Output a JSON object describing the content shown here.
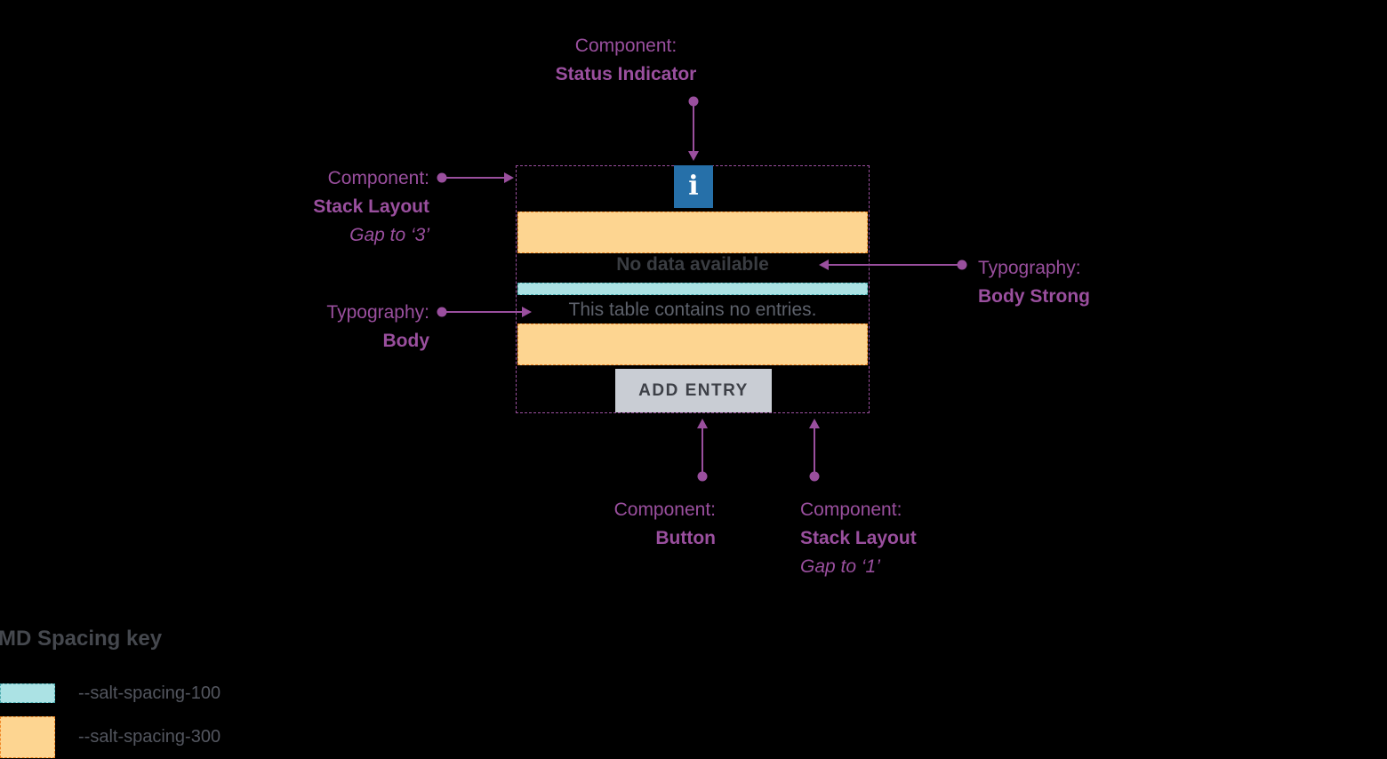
{
  "colors": {
    "background": "#000000",
    "annotation_purple": "#9a4f9e",
    "orange_fill": "#fdd591",
    "orange_border": "#ef8726",
    "teal_fill": "#abe2e4",
    "teal_border": "#4aa9ad",
    "status_blue": "#2670a9",
    "button_bg": "#c9cdd4",
    "button_text": "#3d4047",
    "title_text": "#3a3d42",
    "body_text": "#5d616b",
    "legend_heading": "#45484e",
    "legend_label": "#53565f"
  },
  "diagram": {
    "status_indicator_glyph": "i",
    "empty_state": {
      "title": "No data available",
      "description": "This table contains no entries.",
      "button_label": "ADD ENTRY"
    },
    "annotations": {
      "status_indicator": {
        "line1": "Component:",
        "line2": "Status Indicator"
      },
      "stack_layout_3": {
        "line1": "Component:",
        "line2": "Stack Layout",
        "line3": "Gap to ‘3’"
      },
      "body": {
        "line1": "Typography:",
        "line2": "Body"
      },
      "body_strong": {
        "line1": "Typography:",
        "line2": "Body Strong"
      },
      "button": {
        "line1": "Component:",
        "line2": "Button"
      },
      "stack_layout_1": {
        "line1": "Component:",
        "line2": "Stack Layout",
        "line3": "Gap to ‘1’"
      }
    }
  },
  "legend": {
    "title": "MD Spacing key",
    "items": [
      {
        "label": "--salt-spacing-100",
        "swatch": "spacing-100"
      },
      {
        "label": "--salt-spacing-300",
        "swatch": "spacing-300"
      }
    ]
  }
}
